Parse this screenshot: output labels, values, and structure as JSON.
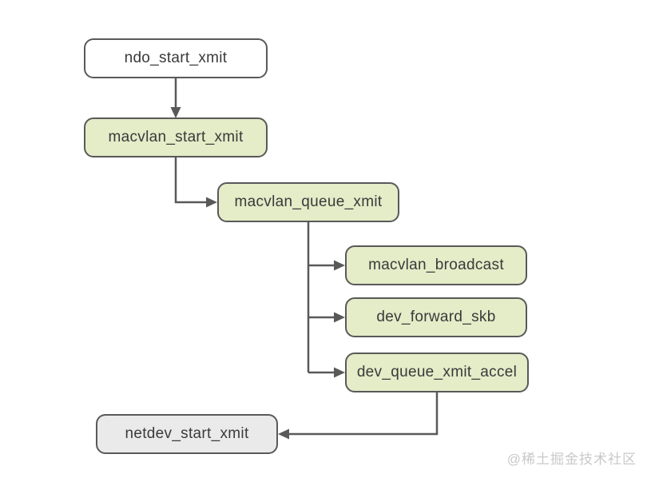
{
  "diagram": {
    "title_hint": "macvlan transmit call flow",
    "nodes": [
      {
        "id": "ndo_start_xmit",
        "label": "ndo_start_xmit",
        "variant": "white"
      },
      {
        "id": "macvlan_start_xmit",
        "label": "macvlan_start_xmit",
        "variant": "green"
      },
      {
        "id": "macvlan_queue_xmit",
        "label": "macvlan_queue_xmit",
        "variant": "green"
      },
      {
        "id": "macvlan_broadcast",
        "label": "macvlan_broadcast",
        "variant": "green"
      },
      {
        "id": "dev_forward_skb",
        "label": "dev_forward_skb",
        "variant": "green"
      },
      {
        "id": "dev_queue_xmit_accel",
        "label": "dev_queue_xmit_accel",
        "variant": "green"
      },
      {
        "id": "netdev_start_xmit",
        "label": "netdev_start_xmit",
        "variant": "gray"
      }
    ],
    "edges": [
      {
        "from": "ndo_start_xmit",
        "to": "macvlan_start_xmit",
        "direction": "down"
      },
      {
        "from": "macvlan_start_xmit",
        "to": "macvlan_queue_xmit",
        "direction": "down-right"
      },
      {
        "from": "macvlan_queue_xmit",
        "to": "macvlan_broadcast",
        "direction": "down-right"
      },
      {
        "from": "macvlan_queue_xmit",
        "to": "dev_forward_skb",
        "direction": "down-right"
      },
      {
        "from": "macvlan_queue_xmit",
        "to": "dev_queue_xmit_accel",
        "direction": "down-right"
      },
      {
        "from": "dev_queue_xmit_accel",
        "to": "netdev_start_xmit",
        "direction": "down-left"
      }
    ],
    "colors": {
      "node_green_fill": "#e4ecc8",
      "node_white_fill": "#ffffff",
      "node_gray_fill": "#eaeaea",
      "border": "#595959",
      "connector": "#595959",
      "text": "#3a3a3a",
      "background": "#ffffff",
      "watermark_text_color": "#c9c9c9"
    }
  },
  "watermark": {
    "text": "@稀土掘金技术社区"
  }
}
